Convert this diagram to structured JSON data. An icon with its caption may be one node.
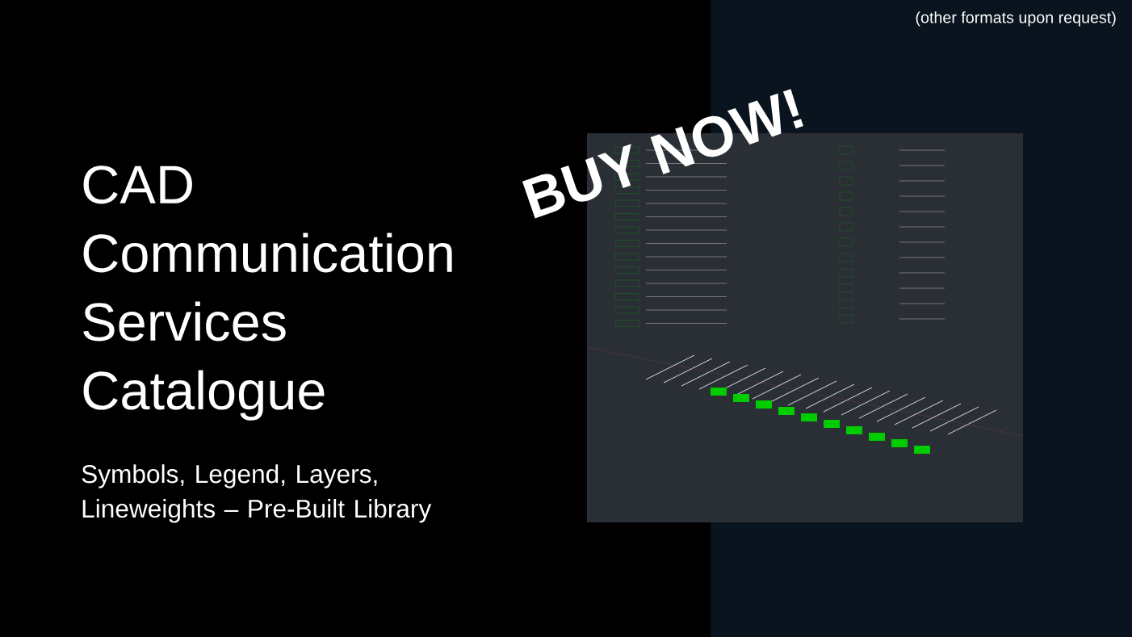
{
  "diagram": {
    "title": "CAD Communication Services Catalogue",
    "labels": [
      "(other formats upon request)",
      "Symbols, Legend, Layers, Lineweights – Pre-Built Library",
      "BUY NOW!"
    ]
  }
}
